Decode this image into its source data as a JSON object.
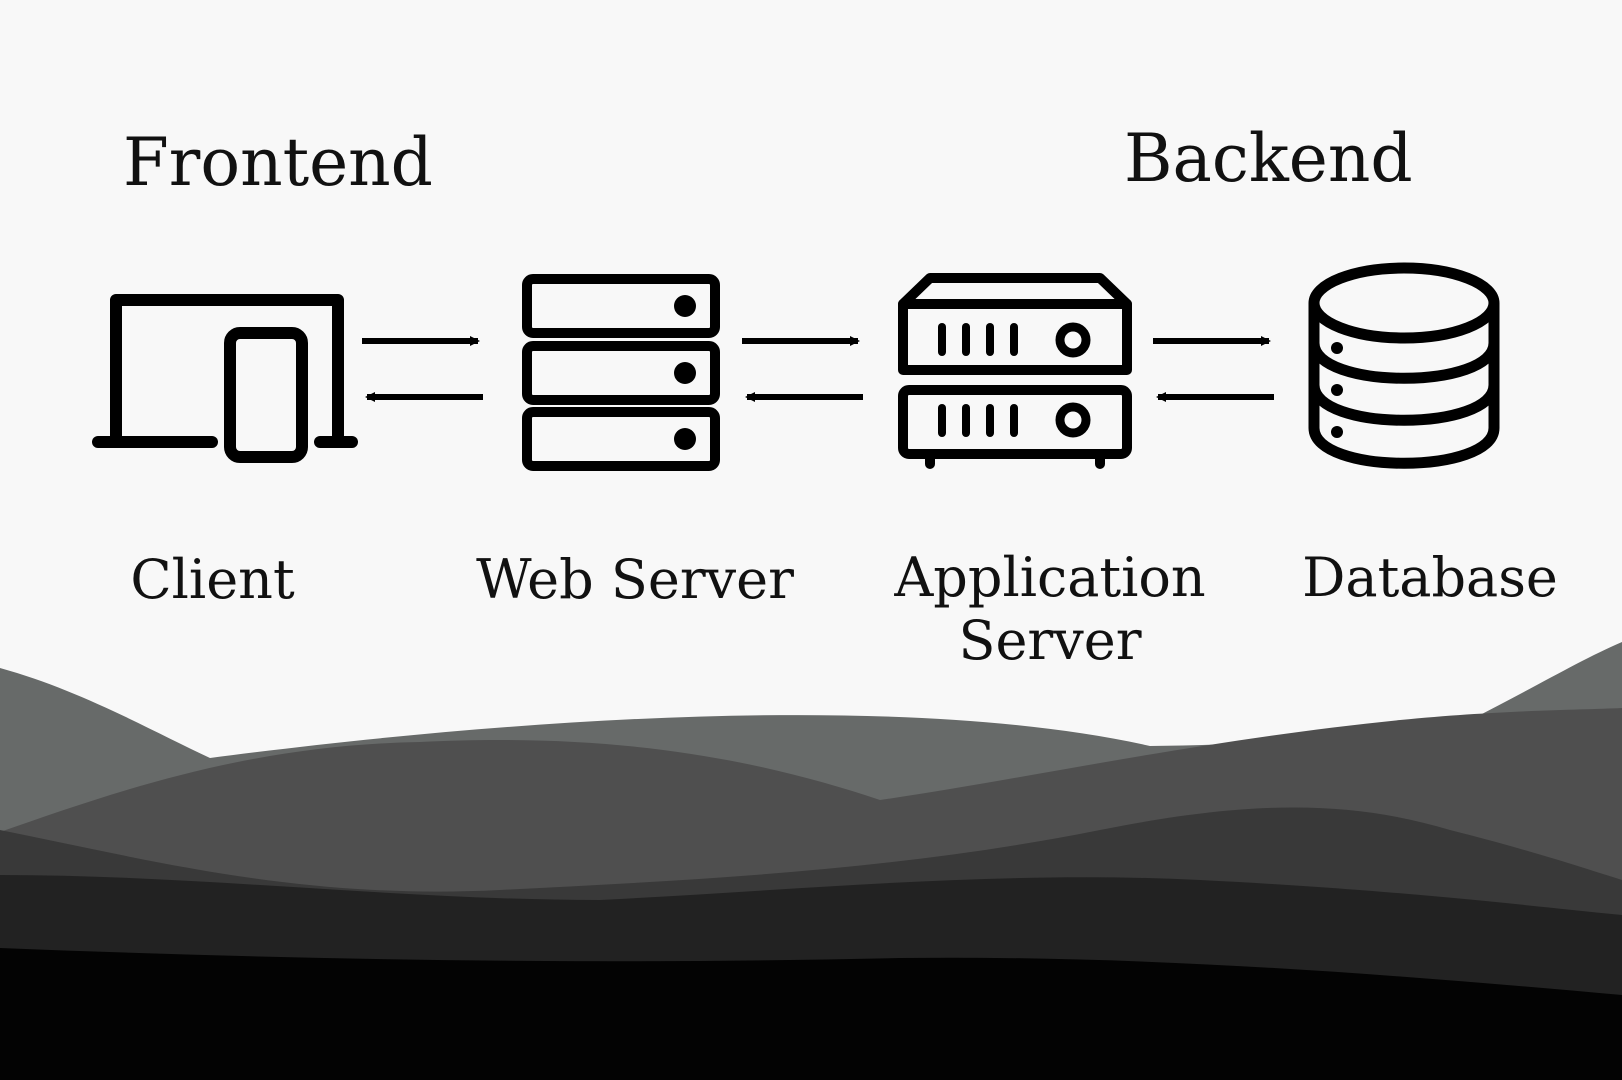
{
  "sections": {
    "frontend": "Frontend",
    "backend": "Backend"
  },
  "nodes": [
    {
      "id": "client",
      "icon": "laptop-phone-icon",
      "label_lines": [
        "Client"
      ]
    },
    {
      "id": "web-server",
      "icon": "server-stack-icon",
      "label_lines": [
        "Web Server"
      ]
    },
    {
      "id": "app-server",
      "icon": "server-rack-icon",
      "label_lines": [
        "Application",
        "Server"
      ]
    },
    {
      "id": "database",
      "icon": "database-icon",
      "label_lines": [
        "Database"
      ]
    }
  ],
  "edges": [
    {
      "from": "client",
      "to": "web-server",
      "bidirectional": true
    },
    {
      "from": "web-server",
      "to": "app-server",
      "bidirectional": true
    },
    {
      "from": "app-server",
      "to": "database",
      "bidirectional": true
    }
  ],
  "colors": {
    "background": "#f8f8f8",
    "ink": "#000000",
    "hills": [
      "#6b6b6b",
      "#525252",
      "#3a3a3a",
      "#222222",
      "#050505"
    ]
  }
}
